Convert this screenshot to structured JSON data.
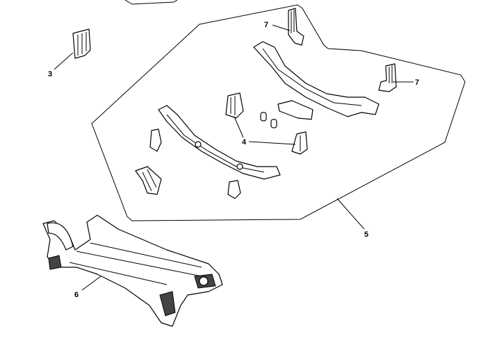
{
  "diagram": {
    "callouts": [
      {
        "id": "3",
        "text": "3"
      },
      {
        "id": "7a",
        "text": "7"
      },
      {
        "id": "7b",
        "text": "7"
      },
      {
        "id": "4",
        "text": "4"
      },
      {
        "id": "5",
        "text": "5"
      },
      {
        "id": "6",
        "text": "6"
      }
    ]
  }
}
